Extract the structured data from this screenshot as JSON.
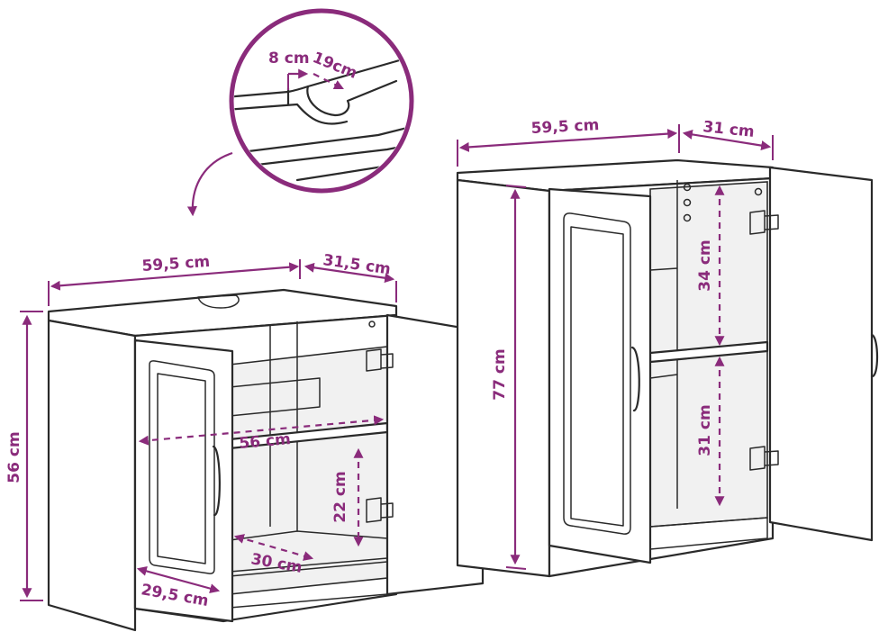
{
  "accent": "#8a2b7b",
  "stroke": "#2a2a2a",
  "labels": {
    "top_notch_left": "8 cm",
    "top_notch_right": "19cm",
    "small_width": "59,5 cm",
    "small_depth": "31,5 cm",
    "small_height": "56 cm",
    "small_inner_width": "56 cm",
    "small_shelf_height": "22 cm",
    "small_shelf_depth": "30 cm",
    "small_bottom_depth": "29,5 cm",
    "tall_width": "59,5 cm",
    "tall_depth": "31 cm",
    "tall_height": "77 cm",
    "tall_upper_height": "34 cm",
    "tall_lower_height": "31 cm"
  }
}
